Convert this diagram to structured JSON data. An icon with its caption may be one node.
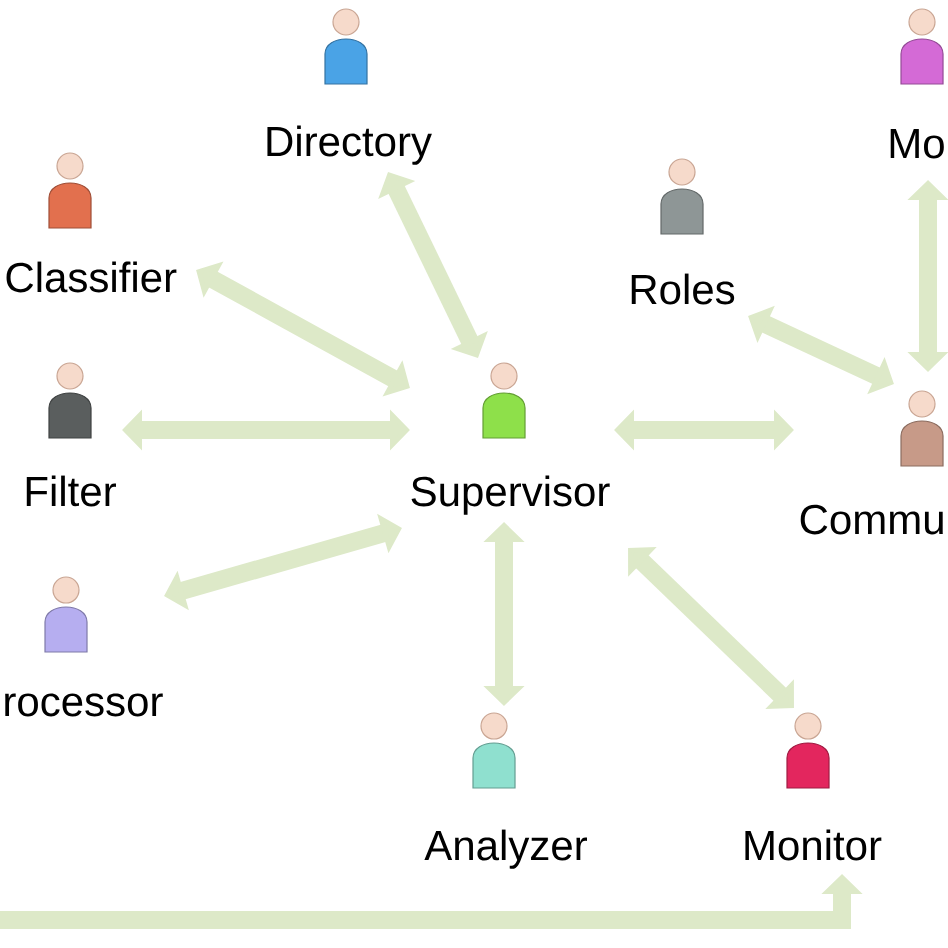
{
  "diagram": {
    "nodes": [
      {
        "text": [
          "Directory"
        ]
      },
      {
        "text": [
          "Mo"
        ]
      },
      {
        "text": [
          "Classifier"
        ]
      },
      {
        "text": [
          "Roles"
        ]
      },
      {
        "text": [
          "Filter"
        ]
      },
      {
        "text": [
          "Supervisor"
        ]
      },
      {
        "text": [
          "Commu"
        ]
      },
      {
        "text": [
          "rocessor"
        ]
      },
      {
        "text": [
          "Analyzer"
        ]
      },
      {
        "text": [
          "Monitor"
        ]
      }
    ],
    "edges": [
      {
        "from": 0,
        "to": 5,
        "arrow": "both"
      },
      {
        "from": 2,
        "to": 5,
        "arrow": "both"
      },
      {
        "from": 4,
        "to": 5,
        "arrow": "both"
      },
      {
        "from": 7,
        "to": 5,
        "arrow": "both"
      },
      {
        "from": 5,
        "to": 8,
        "arrow": "both"
      },
      {
        "from": 5,
        "to": 9,
        "arrow": "both"
      },
      {
        "from": 5,
        "to": 6,
        "arrow": "both"
      },
      {
        "from": 3,
        "to": 6,
        "arrow": "both"
      },
      {
        "from": 1,
        "to": 6,
        "arrow": "both"
      },
      {
        "from": null,
        "to": 9,
        "arrow": "to"
      }
    ]
  }
}
